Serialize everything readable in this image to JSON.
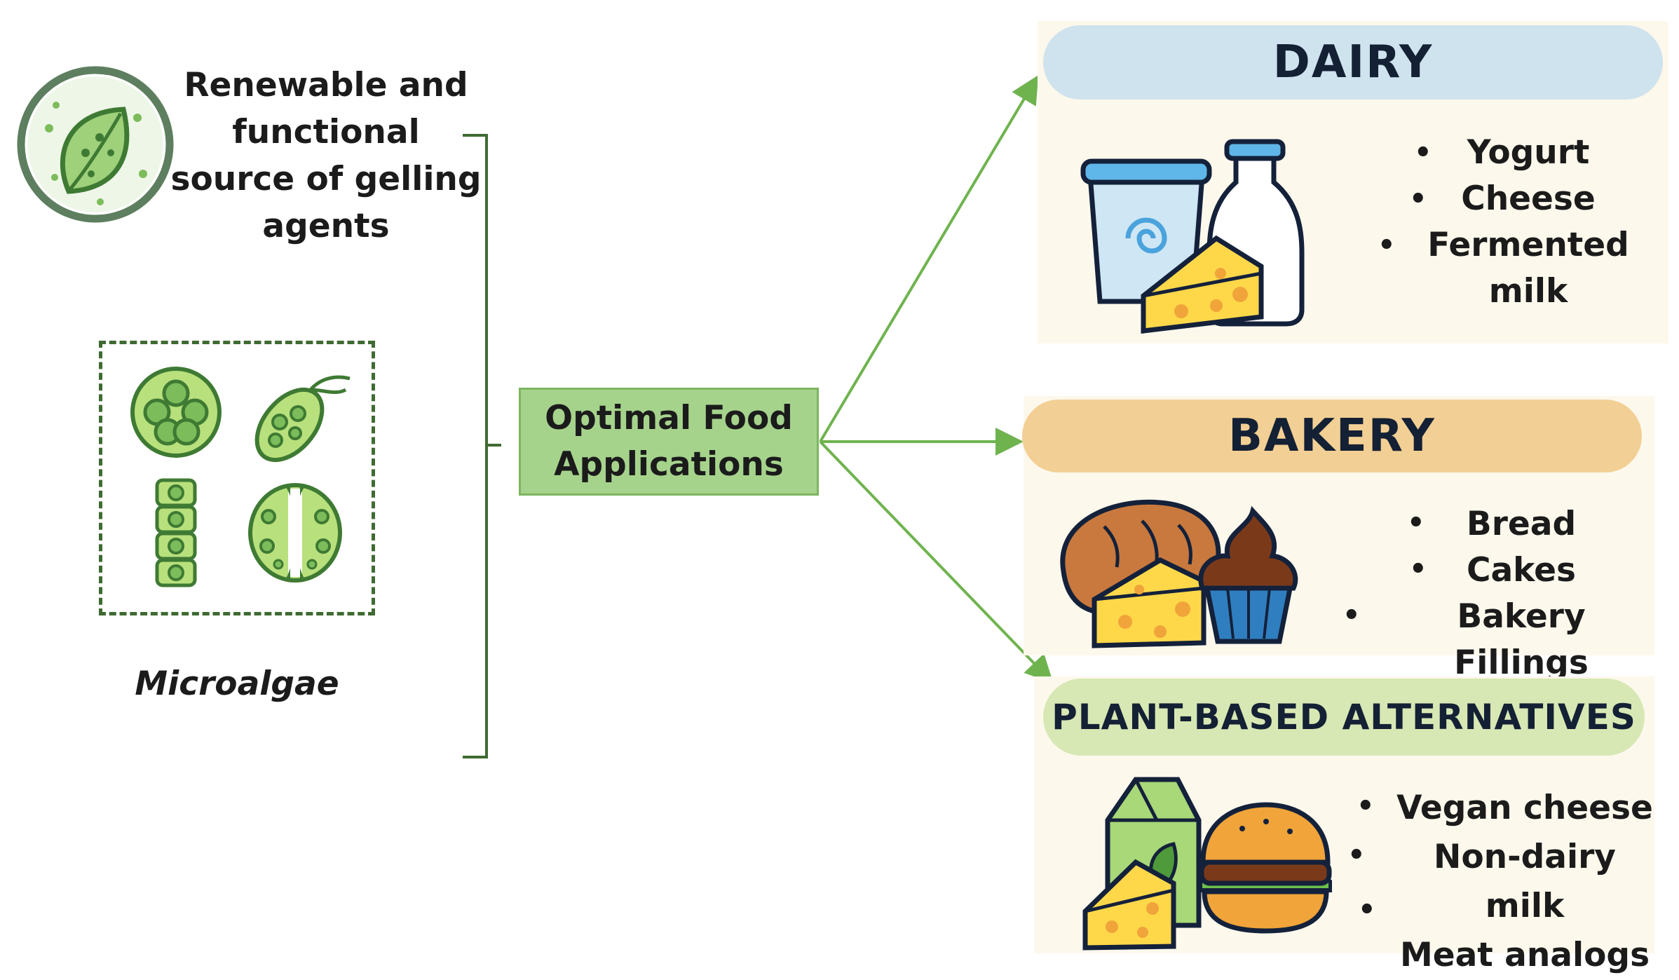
{
  "source": {
    "lines": [
      "Renewable and",
      "functional",
      "source of gelling",
      "agents"
    ],
    "icon": "leaf-circle-icon"
  },
  "microalgae": {
    "label": "Microalgae",
    "icons": [
      "round-colony-cell-icon",
      "flagellate-cell-icon",
      "filament-chain-cell-icon",
      "desmid-cell-icon"
    ]
  },
  "center": {
    "lines": [
      "Optimal Food",
      "Applications"
    ]
  },
  "categories": [
    {
      "title": "DAIRY",
      "pill_color": "#cfe3ee",
      "items": [
        "Yogurt",
        "Cheese",
        "Fermented",
        "milk"
      ],
      "icons": [
        "yogurt-cup-icon",
        "milk-bottle-icon",
        "cheese-wedge-icon"
      ]
    },
    {
      "title": "BAKERY",
      "pill_color": "#f2cf94",
      "items": [
        "Bread",
        "Cakes",
        "Bakery Fillings"
      ],
      "icons": [
        "bread-loaf-icon",
        "cheese-wedge-icon",
        "cupcake-icon"
      ]
    },
    {
      "title": "PLANT-BASED ALTERNATIVES",
      "pill_color": "#d7e8b4",
      "items": [
        "Vegan cheese",
        "Non-dairy milk",
        "Meat analogs"
      ],
      "icons": [
        "plant-milk-carton-icon",
        "cheese-wedge-icon",
        "burger-icon"
      ]
    }
  ],
  "colors": {
    "arrow": "#6fb34f",
    "bracket": "#3f6b32",
    "algae_fill": "#a8d878",
    "algae_stroke": "#3e7a33",
    "panel": "#fdf8ec"
  }
}
